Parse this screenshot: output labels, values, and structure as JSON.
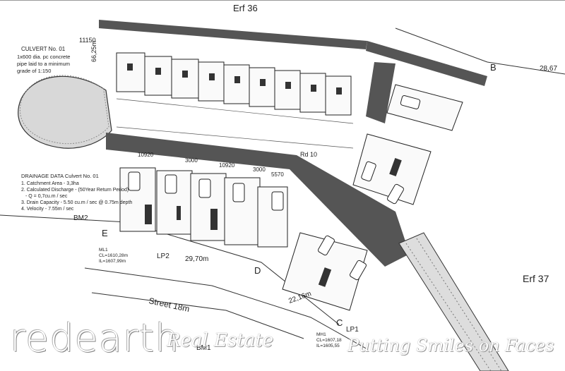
{
  "plan": {
    "erf_top": "Erf 36",
    "erf_right": "Erf 37",
    "point_b": "B",
    "point_c": "C",
    "point_d": "D",
    "point_e": "E",
    "bm1": "BM1",
    "bm2": "BM2",
    "lp1": "LP1",
    "lp2": "LP2",
    "coord_b": "28,67",
    "street": "Street 18m",
    "dim_top_left": "11150",
    "dim_vertical": "66,25m",
    "dim_bottom_mid": "29,70m",
    "dim_bottom_right": "22,16m",
    "road_dims": [
      "10920",
      "3000",
      "10920",
      "3000",
      "5570"
    ],
    "road_label": "Rd 10",
    "culvert": {
      "title": "CULVERT No. 01",
      "lines": [
        "1x600 dia. pc concrete",
        "pipe laid to a minimum",
        "grade of 1:150"
      ]
    },
    "drainage": {
      "title": "DRAINAGE DATA Culvert No. 01",
      "items": [
        "1. Catchment Area - 3,3ha",
        "2. Calculated Discharge - (50Year Return Period)",
        "- Q = 0,7cu.m / sec",
        "3. Drain Capacity - 5.50 cu.m / sec @ 0.75m depth",
        "4. Velocity - 7.55m / sec"
      ]
    },
    "ml1": [
      "ML1",
      "CL=1610,28m",
      "IL=1607,99m"
    ],
    "mh1": [
      "MH1",
      "CL=1607,18",
      "IL=1605,55"
    ]
  },
  "branding": {
    "logo": "redearth",
    "logo_sub": "Real Estate",
    "tagline": "Putting Smiles on Faces"
  }
}
